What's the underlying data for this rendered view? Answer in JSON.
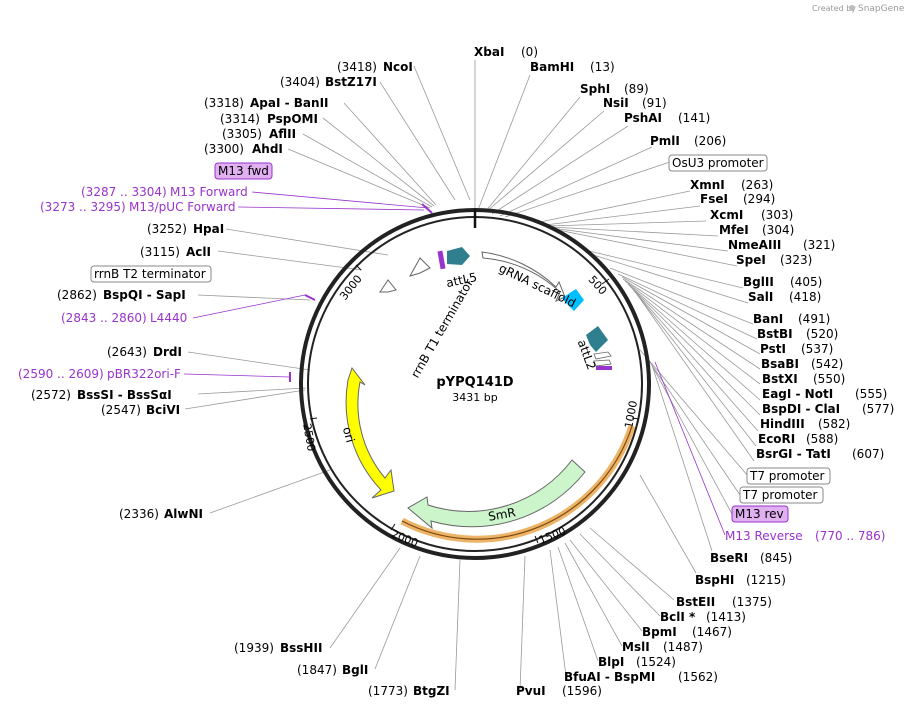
{
  "credit": {
    "created_by": "Created by",
    "brand": "SnapGene"
  },
  "plasmid": {
    "name": "pYPQ141D",
    "length": "3431 bp"
  },
  "ticks": [
    "500",
    "1000",
    "1500",
    "2000",
    "2500",
    "3000"
  ],
  "features": {
    "attL5": "attL5",
    "gRNA": "gRNA scaffold",
    "attL2": "attL2",
    "rrnB_T1": "rrnB T1 terminator",
    "ori": "ori",
    "SmR": "SmR"
  },
  "site_labels": [
    {
      "key": "xbai",
      "pos": "(0)",
      "name": "XbaI"
    },
    {
      "key": "bamhi",
      "pos": "(13)",
      "name": "BamHI"
    },
    {
      "key": "sphi",
      "pos": "(89)",
      "name": "SphI"
    },
    {
      "key": "nsii",
      "pos": "(91)",
      "name": "NsiI"
    },
    {
      "key": "pshai",
      "pos": "(141)",
      "name": "PshAI"
    },
    {
      "key": "pmli",
      "pos": "(206)",
      "name": "PmlI"
    },
    {
      "key": "xmni",
      "pos": "(263)",
      "name": "XmnI"
    },
    {
      "key": "fsei",
      "pos": "(294)",
      "name": "FseI"
    },
    {
      "key": "xcmi",
      "pos": "(303)",
      "name": "XcmI"
    },
    {
      "key": "mfei",
      "pos": "(304)",
      "name": "MfeI"
    },
    {
      "key": "nmeaiii",
      "pos": "(321)",
      "name": "NmeAIII"
    },
    {
      "key": "spei",
      "pos": "(323)",
      "name": "SpeI"
    },
    {
      "key": "bglii",
      "pos": "(405)",
      "name": "BglII"
    },
    {
      "key": "sali",
      "pos": "(418)",
      "name": "SalI"
    },
    {
      "key": "bani",
      "pos": "(491)",
      "name": "BanI"
    },
    {
      "key": "bstbi",
      "pos": "(520)",
      "name": "BstBI"
    },
    {
      "key": "psti",
      "pos": "(537)",
      "name": "PstI"
    },
    {
      "key": "bsabi",
      "pos": "(542)",
      "name": "BsaBI"
    },
    {
      "key": "bstxi",
      "pos": "(550)",
      "name": "BstXI"
    },
    {
      "key": "eagi",
      "pos": "(555)",
      "name": "EagI - NotI"
    },
    {
      "key": "bspdi",
      "pos": "(577)",
      "name": "BspDI - ClaI"
    },
    {
      "key": "hindiii",
      "pos": "(582)",
      "name": "HindIII"
    },
    {
      "key": "ecori",
      "pos": "(588)",
      "name": "EcoRI"
    },
    {
      "key": "bsrgi",
      "pos": "(607)",
      "name": "BsrGI - TatI"
    },
    {
      "key": "bseri",
      "pos": "(845)",
      "name": "BseRI"
    },
    {
      "key": "bsphi",
      "pos": "(1215)",
      "name": "BspHI"
    },
    {
      "key": "bsteii",
      "pos": "(1375)",
      "name": "BstEII"
    },
    {
      "key": "bcli",
      "pos": "(1413)",
      "name": "BclI *"
    },
    {
      "key": "bpmi",
      "pos": "(1467)",
      "name": "BpmI"
    },
    {
      "key": "msli",
      "pos": "(1487)",
      "name": "MslI"
    },
    {
      "key": "blpi",
      "pos": "(1524)",
      "name": "BlpI"
    },
    {
      "key": "bfuai",
      "pos": "(1562)",
      "name": "BfuAI - BspMI"
    },
    {
      "key": "pvui",
      "pos": "(1596)",
      "name": "PvuI"
    },
    {
      "key": "btgzi",
      "pos": "(1773)",
      "name": "BtgZI"
    },
    {
      "key": "bgli",
      "pos": "(1847)",
      "name": "BglI"
    },
    {
      "key": "bsshii",
      "pos": "(1939)",
      "name": "BssHII"
    },
    {
      "key": "alwni",
      "pos": "(2336)",
      "name": "AlwNI"
    },
    {
      "key": "bcivi",
      "pos": "(2547)",
      "name": "BciVI"
    },
    {
      "key": "bsssi",
      "pos": "(2572)",
      "name": "BssSI - BssSαI"
    },
    {
      "key": "drdi",
      "pos": "(2643)",
      "name": "DrdI"
    },
    {
      "key": "bspqi",
      "pos": "(2862)",
      "name": "BspQI - SapI"
    },
    {
      "key": "acli",
      "pos": "(3115)",
      "name": "AclI"
    },
    {
      "key": "hpai",
      "pos": "(3252)",
      "name": "HpaI"
    },
    {
      "key": "ahdi",
      "pos": "(3300)",
      "name": "AhdI"
    },
    {
      "key": "aflii",
      "pos": "(3305)",
      "name": "AflII"
    },
    {
      "key": "pspomi",
      "pos": "(3314)",
      "name": "PspOMI"
    },
    {
      "key": "apai",
      "pos": "(3318)",
      "name": "ApaI - BanII"
    },
    {
      "key": "bstz17i",
      "pos": "(3404)",
      "name": "BstZ17I"
    },
    {
      "key": "ncoi",
      "pos": "(3418)",
      "name": "NcoI"
    }
  ],
  "boxed_labels": {
    "osu3": "OsU3 promoter",
    "t7a": "T7 promoter",
    "t7b": "T7 promoter",
    "m13rev": "M13 rev",
    "m13fwd": "M13 fwd",
    "rrnb_t2": "rrnB T2 terminator"
  },
  "primers": {
    "m13_forward": {
      "range": "(3287 .. 3304)",
      "name": "M13 Forward"
    },
    "m13_puc": {
      "range": "(3273 .. 3295)",
      "name": "M13/pUC Forward"
    },
    "l4440": {
      "range": "(2843 .. 2860)",
      "name": "L4440"
    },
    "pbr322": {
      "range": "(2590 .. 2609)",
      "name": "pBR322ori-F"
    },
    "m13_reverse": {
      "name": "M13 Reverse",
      "range": "(770 .. 786)"
    }
  },
  "colors": {
    "ori": "#ffff00",
    "smr": "#ccf5cc",
    "att": "#2f7f8f",
    "gRNA_arrow": "#00bfff",
    "primer": "#9933cc",
    "primer_box": "#e0b0f0",
    "smr_highlight": "#e8a040"
  }
}
